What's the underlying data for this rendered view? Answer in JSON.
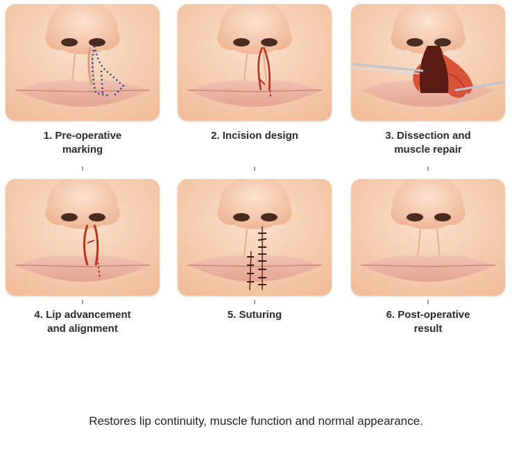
{
  "steps": [
    {
      "label": "1. Pre-operative\nmarking"
    },
    {
      "label": "2. Incision design"
    },
    {
      "label": "3. Dissection and\nmuscle repair"
    },
    {
      "label": "4. Lip advancement\nand alignment"
    },
    {
      "label": "5. Suturing"
    },
    {
      "label": "6. Post-operative\nresult"
    }
  ],
  "summary": "Restores lip continuity, muscle function and normal appearance.",
  "colors": {
    "skin": "#f6cfb0",
    "lip": "#eab3a0",
    "incision": "#b8311f",
    "marking": "#2b3c8f",
    "tissue": "#d8523a"
  }
}
